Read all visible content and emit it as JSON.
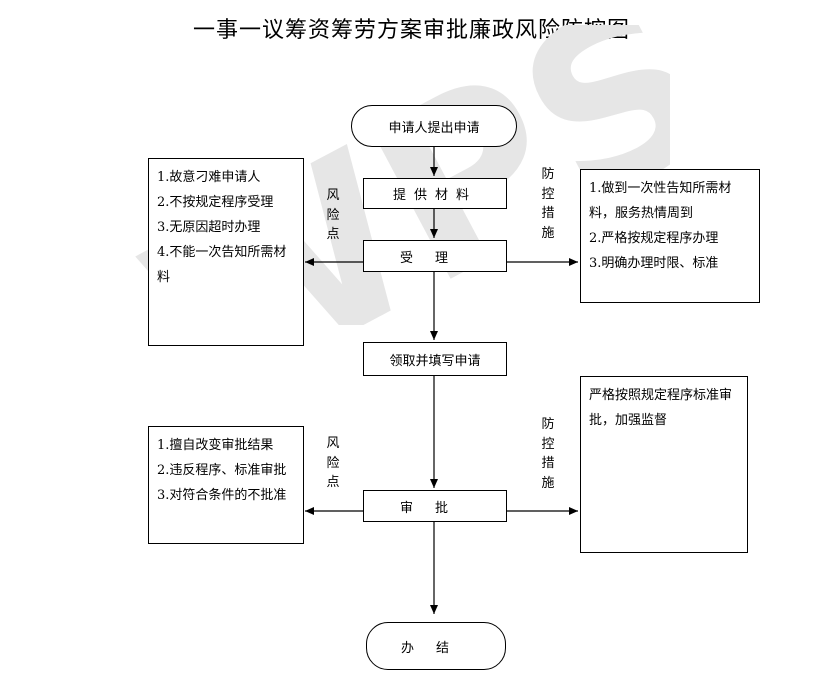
{
  "title": "一事一议筹资筹劳方案审批廉政风险防控图",
  "watermark": "WPS",
  "flow": {
    "start": "申请人提出申请",
    "step1": "提供材料",
    "step2": "受理",
    "step3": "领取并填写申请",
    "step4": "审批",
    "end": "办结"
  },
  "labels": {
    "risk_1": "风险点",
    "control_1": "防控措施",
    "risk_2": "风险点",
    "control_2": "防控措施"
  },
  "risk_box_1": [
    "1.故意刁难申请人",
    "2.不按规定程序受理",
    "3.无原因超时办理",
    "4.不能一次告知所需材料"
  ],
  "control_box_1": [
    "1.做到一次性告知所需材料，服务热情周到",
    "2.严格按规定程序办理",
    "3.明确办理时限、标准"
  ],
  "risk_box_2": [
    "1.擅自改变审批结果",
    "2.违反程序、标准审批",
    "3.对符合条件的不批准"
  ],
  "control_box_2": [
    "严格按照规定程序标准审批，加强监督"
  ]
}
